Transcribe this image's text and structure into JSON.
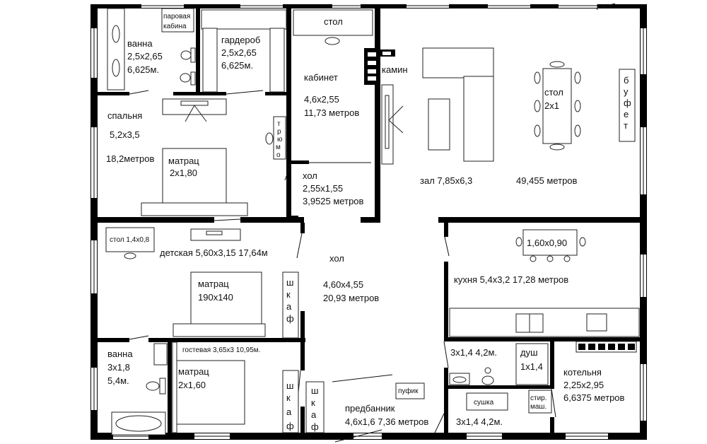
{
  "rooms": {
    "bath_top": {
      "name": "ванна",
      "dims": "2,5x2,65",
      "area": "6,625м."
    },
    "steam": {
      "l1": "паровая",
      "l2": "кабина"
    },
    "wardrobe": {
      "name": "гардероб",
      "dims": "2,5x2,65",
      "area": "6,625м."
    },
    "table_top": {
      "name": "стол"
    },
    "office": {
      "name": "кабинет",
      "dims": "4,6x2,55",
      "area": "11,73 метров"
    },
    "fireplace": {
      "name": "камин"
    },
    "dining_table": {
      "name": "стол",
      "dims": "2x1"
    },
    "buffet": {
      "letters": [
        "б",
        "у",
        "ф",
        "е",
        "т"
      ]
    },
    "bedroom": {
      "name": "спальня",
      "dims": "5,2x3,5",
      "area": "18,2метров"
    },
    "trumo": {
      "letters": [
        "т",
        "р",
        "ю",
        "м",
        "о"
      ]
    },
    "mattress1": {
      "name": "матрац",
      "dims": "2x1,80"
    },
    "hall_small": {
      "name": "хол",
      "dims": "2,55x1,55",
      "area": "3,9525 метров"
    },
    "living": {
      "name": "зал 7,85x6,3",
      "area": "49,455 метров"
    },
    "kids_desk": {
      "label": "стол 1,4x0,8"
    },
    "kids": {
      "label": "детская  5,60x3,15  17,64м"
    },
    "kitchen_table": {
      "label": "1,60x0,90"
    },
    "kitchen": {
      "label": "кухня  5,4x3,2  17,28 метров"
    },
    "hall_big": {
      "name": "хол",
      "dims": "4,60x4,55",
      "area": "20,93 метров"
    },
    "mattress2": {
      "name": "матрац",
      "dims": "190x140"
    },
    "closet": {
      "letters": [
        "ш",
        "к",
        "а",
        "ф"
      ]
    },
    "bath_bottom": {
      "name": "ванна",
      "dims": "3x1,8",
      "area": "5,4м."
    },
    "guest": {
      "label": "гостевая  3,65x3  10,95м."
    },
    "mattress3": {
      "name": "матрац",
      "dims": "2x1,60"
    },
    "wc1": {
      "label": "3x1,4  4,2м."
    },
    "shower": {
      "name": "душ",
      "dims": "1x1,4"
    },
    "boiler": {
      "name": "котельня",
      "dims": "2,25x2,95",
      "area": "6,6375 метров"
    },
    "pouf": {
      "name": "пуфик"
    },
    "anteroom": {
      "name": "предбанник",
      "label": "4,6x1,6  7,36 метров"
    },
    "dryer": {
      "name": "сушка"
    },
    "washer": {
      "l1": "стир.",
      "l2": "маш."
    },
    "laundry": {
      "label": "3x1,4  4,2м."
    }
  },
  "colors": {
    "wall": "#000000",
    "line": "#222222"
  }
}
